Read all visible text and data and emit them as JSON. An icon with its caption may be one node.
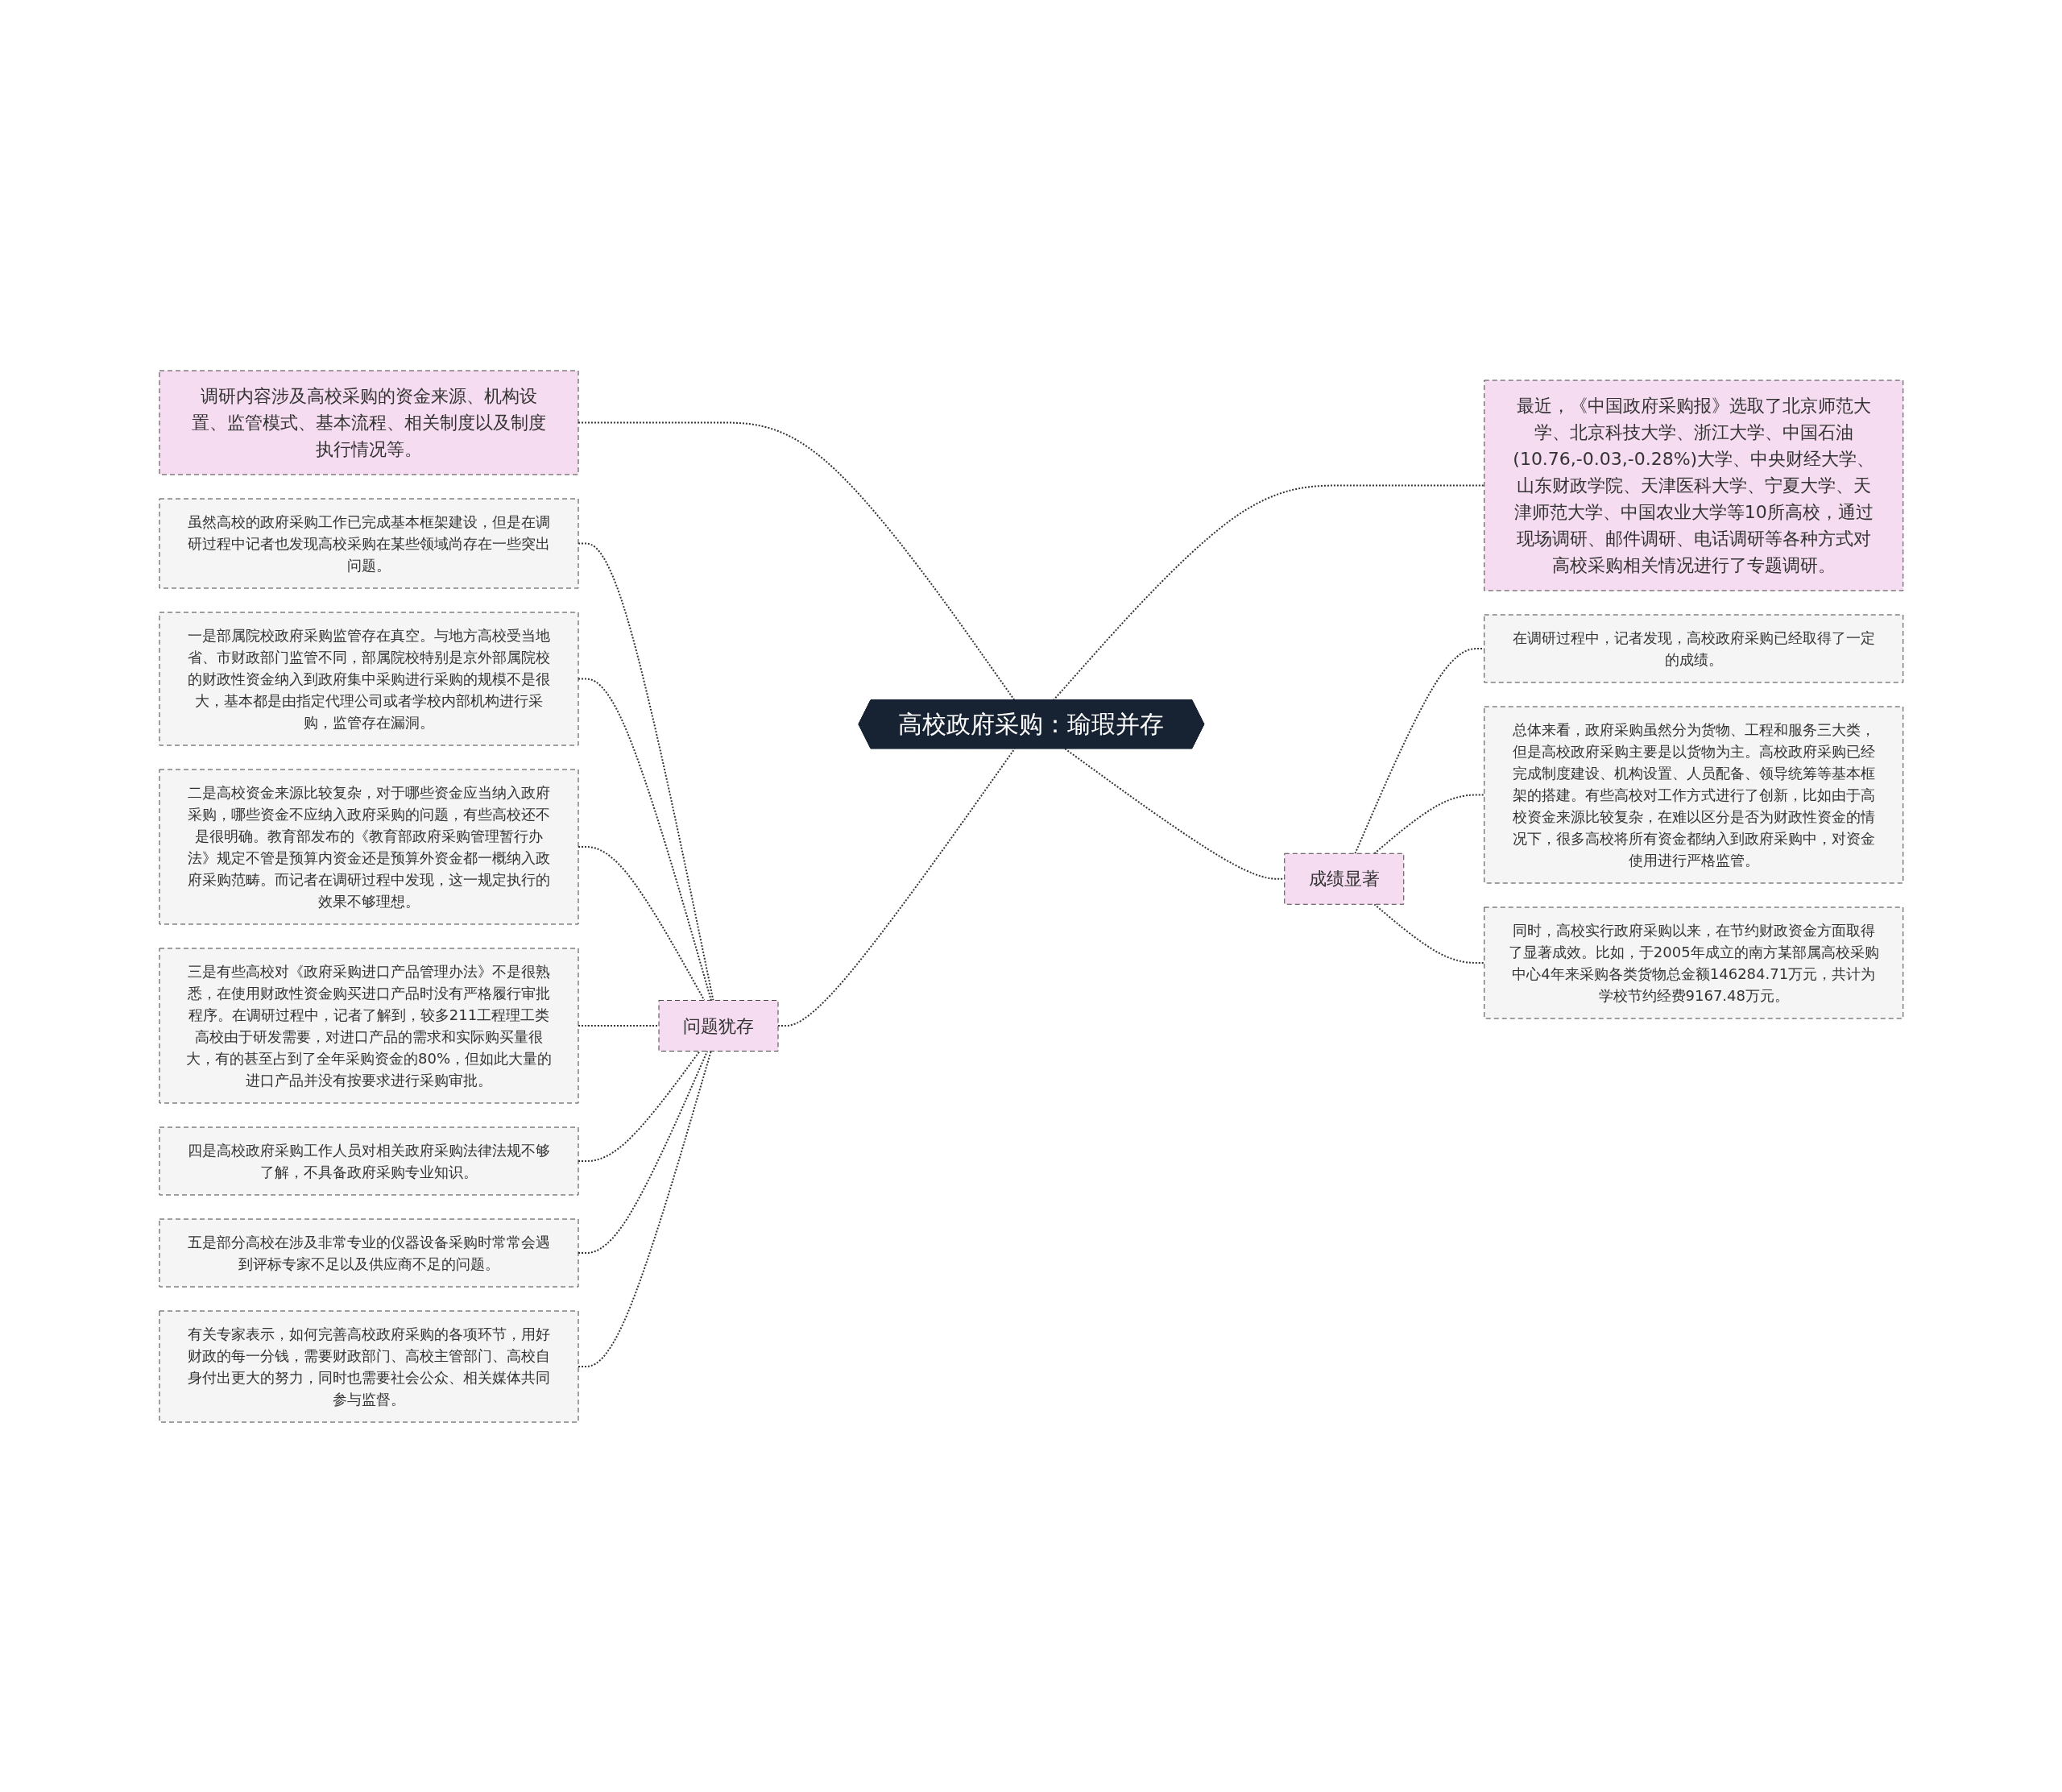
{
  "diagram": {
    "nodes": [
      {
        "text": [
          "高校政府采购：瑜瑕并存"
        ]
      },
      {
        "text": [
          "调研内容涉及高校采购的资金来源、机构设置、监管模式、基本流程、相关制度以及制度执行情况等。"
        ]
      },
      {
        "text": [
          "问题犹存"
        ]
      },
      {
        "text": [
          "虽然高校的政府采购工作已完成基本框架建设，但是在调研过程中记者也发现高校采购在某些领域尚存在一些突出问题。"
        ]
      },
      {
        "text": [
          "一是部属院校政府采购监管存在真空。与地方高校受当地省、市财政部门监管不同，部属院校特别是京外部属院校的财政性资金纳入到政府集中采购进行采购的规模不是很大，基本都是由指定代理公司或者学校内部机构进行采购，监管存在漏洞。"
        ]
      },
      {
        "text": [
          "二是高校资金来源比较复杂，对于哪些资金应当纳入政府采购，哪些资金不应纳入政府采购的问题，有些高校还不是很明确。教育部发布的《教育部政府采购管理暂行办法》规定不管是预算内资金还是预算外资金都一概纳入政府采购范畴。而记者在调研过程中发现，这一规定执行的效果不够理想。"
        ]
      },
      {
        "text": [
          "三是有些高校对《政府采购进口产品管理办法》不是很熟悉，在使用财政性资金购买进口产品时没有严格履行审批程序。在调研过程中，记者了解到，较多211工程理工类高校由于研发需要，对进口产品的需求和实际购买量很大，有的甚至占到了全年采购资金的80%，但如此大量的进口产品并没有按要求进行采购审批。"
        ]
      },
      {
        "text": [
          "四是高校政府采购工作人员对相关政府采购法律法规不够了解，不具备政府采购专业知识。"
        ]
      },
      {
        "text": [
          "五是部分高校在涉及非常专业的仪器设备采购时常常会遇到评标专家不足以及供应商不足的问题。"
        ]
      },
      {
        "text": [
          "有关专家表示，如何完善高校政府采购的各项环节，用好财政的每一分钱，需要财政部门、高校主管部门、高校自身付出更大的努力，同时也需要社会公众、相关媒体共同参与监督。"
        ]
      },
      {
        "text": [
          "最近，《中国政府采购报》选取了北京师范大学、北京科技大学、浙江大学、中国石油(10.76,-0.03,-0.28%)大学、中央财经大学、山东财政学院、天津医科大学、宁夏大学、天津师范大学、中国农业大学等10所高校，通过现场调研、邮件调研、电话调研等各种方式对高校采购相关情况进行了专题调研。"
        ]
      },
      {
        "text": [
          "成绩显著"
        ]
      },
      {
        "text": [
          "在调研过程中，记者发现，高校政府采购已经取得了一定的成绩。"
        ]
      },
      {
        "text": [
          "总体来看，政府采购虽然分为货物、工程和服务三大类，但是高校政府采购主要是以货物为主。高校政府采购已经完成制度建设、机构设置、人员配备、领导统筹等基本框架的搭建。有些高校对工作方式进行了创新，比如由于高校资金来源比较复杂，在难以区分是否为财政性资金的情况下，很多高校将所有资金都纳入到政府采购中，对资金使用进行严格监管。"
        ]
      },
      {
        "text": [
          "同时，高校实行政府采购以来，在节约财政资金方面取得了显著成效。比如，于2005年成立的南方某部属高校采购中心4年来采购各类货物总金额146284.71万元，共计为学校节约经费9167.48万元。"
        ]
      }
    ],
    "edges": [
      {
        "from": 0,
        "to": 1,
        "arrow": "none",
        "style": "dashed"
      },
      {
        "from": 0,
        "to": 2,
        "arrow": "none",
        "style": "dashed"
      },
      {
        "from": 2,
        "to": 3,
        "arrow": "none",
        "style": "dashed"
      },
      {
        "from": 2,
        "to": 4,
        "arrow": "none",
        "style": "dashed"
      },
      {
        "from": 2,
        "to": 5,
        "arrow": "none",
        "style": "dashed"
      },
      {
        "from": 2,
        "to": 6,
        "arrow": "none",
        "style": "dashed"
      },
      {
        "from": 2,
        "to": 7,
        "arrow": "none",
        "style": "dashed"
      },
      {
        "from": 2,
        "to": 8,
        "arrow": "none",
        "style": "dashed"
      },
      {
        "from": 2,
        "to": 9,
        "arrow": "none",
        "style": "dashed"
      },
      {
        "from": 0,
        "to": 10,
        "arrow": "none",
        "style": "dashed"
      },
      {
        "from": 0,
        "to": 11,
        "arrow": "none",
        "style": "dashed"
      },
      {
        "from": 11,
        "to": 12,
        "arrow": "none",
        "style": "dashed"
      },
      {
        "from": 11,
        "to": 13,
        "arrow": "none",
        "style": "dashed"
      },
      {
        "from": 11,
        "to": 14,
        "arrow": "none",
        "style": "dashed"
      }
    ]
  }
}
